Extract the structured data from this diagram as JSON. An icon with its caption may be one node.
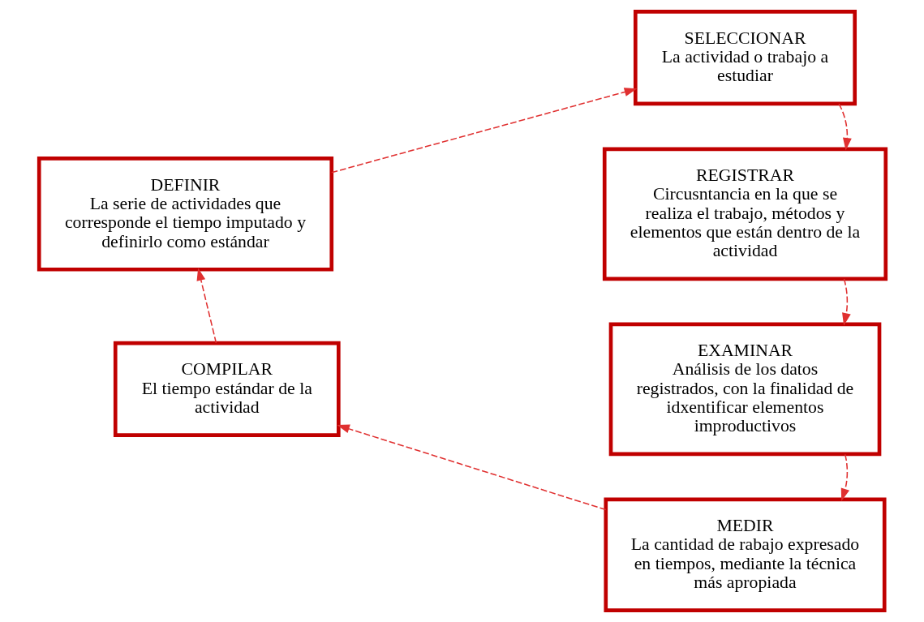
{
  "diagram": {
    "nodes": [
      {
        "text": [
          "SELECCIONAR",
          "La actividad o trabajo a estudiar"
        ]
      },
      {
        "text": [
          "REGISTRAR",
          "Circusntancia en la que se realiza el trabajo, métodos y elementos que están dentro de la actividad"
        ]
      },
      {
        "text": [
          "EXAMINAR",
          "Análisis de los datos registrados, con la finalidad de idxentificar elementos improductivos"
        ]
      },
      {
        "text": [
          "MEDIR",
          "La cantidad de rabajo expresado en tiempos, mediante la técnica más apropiada"
        ]
      },
      {
        "text": [
          "COMPILAR",
          "El tiempo estándar de la actividad"
        ]
      },
      {
        "text": [
          "DEFINIR",
          "La serie de actividades que corresponde el tiempo imputado y definirlo como estándar"
        ]
      }
    ],
    "edges": [
      {
        "from": 0,
        "to": 1,
        "arrow": "to",
        "style": "dashed"
      },
      {
        "from": 1,
        "to": 2,
        "arrow": "to",
        "style": "dashed"
      },
      {
        "from": 2,
        "to": 3,
        "arrow": "to",
        "style": "dashed"
      },
      {
        "from": 3,
        "to": 4,
        "arrow": "to",
        "style": "dashed"
      },
      {
        "from": 4,
        "to": 5,
        "arrow": "to",
        "style": "dashed"
      },
      {
        "from": 5,
        "to": 0,
        "arrow": "to",
        "style": "dashed"
      }
    ]
  }
}
